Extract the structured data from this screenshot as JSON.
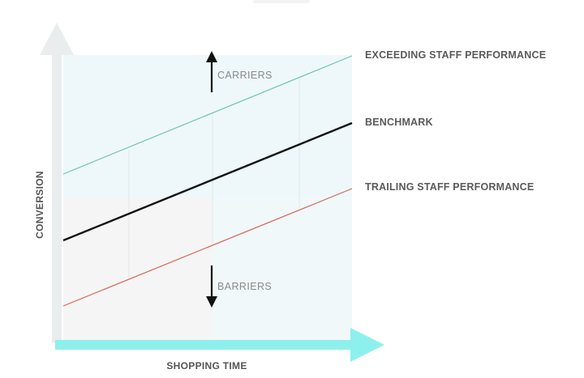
{
  "diagram": {
    "x_axis_label": "SHOPPING TIME",
    "y_axis_label": "CONVERSION",
    "lines": [
      {
        "key": "exceeding",
        "label": "EXCEEDING STAFF PERFORMANCE",
        "color": "#6cc4b4"
      },
      {
        "key": "benchmark",
        "label": "BENCHMARK",
        "color": "#111111"
      },
      {
        "key": "trailing",
        "label": "TRAILING STAFF PERFORMANCE",
        "color": "#d9655a"
      }
    ],
    "zones": {
      "up_label": "CARRIERS",
      "down_label": "BARRIERS"
    },
    "colors": {
      "x_axis": "#8ef0ec",
      "y_axis": "#e9eded",
      "upper_band": "#eef8fb",
      "lower_left_band": "#f5f5f5",
      "lower_right_band": "#f1f8fa"
    }
  }
}
